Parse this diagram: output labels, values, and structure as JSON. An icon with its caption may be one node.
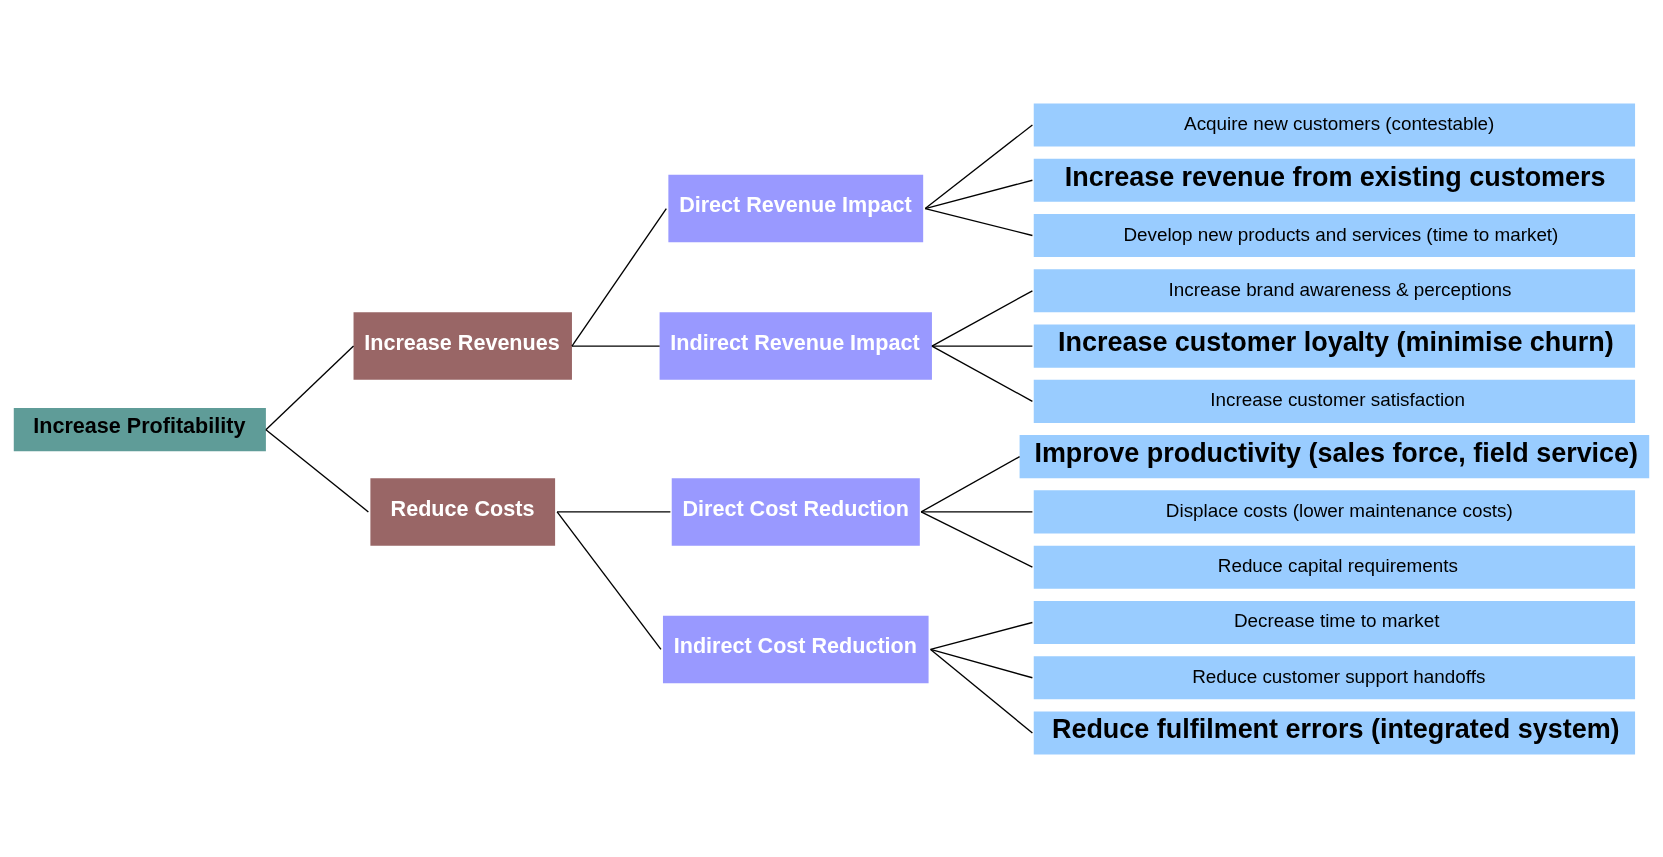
{
  "diagram": {
    "nodes": [
      {
        "text": [
          "Increase Profitability"
        ]
      },
      {
        "text": [
          "Increase Revenues"
        ]
      },
      {
        "text": [
          "Reduce Costs"
        ]
      },
      {
        "text": [
          "Direct Revenue Impact"
        ]
      },
      {
        "text": [
          "Indirect Revenue Impact"
        ]
      },
      {
        "text": [
          "Direct Cost Reduction"
        ]
      },
      {
        "text": [
          "Indirect Cost Reduction"
        ]
      },
      {
        "text": [
          "Acquire new customers (contestable)"
        ]
      },
      {
        "text": [
          "Increase revenue from existing customers"
        ]
      },
      {
        "text": [
          "Develop new products and services (time to market)"
        ]
      },
      {
        "text": [
          "Increase brand awareness & perceptions"
        ]
      },
      {
        "text": [
          "Increase customer loyalty (minimise churn)"
        ]
      },
      {
        "text": [
          "Increase customer satisfaction"
        ]
      },
      {
        "text": [
          "Improve productivity (sales force, field service)"
        ]
      },
      {
        "text": [
          "Displace costs (lower maintenance costs)"
        ]
      },
      {
        "text": [
          "Reduce capital requirements"
        ]
      },
      {
        "text": [
          "Decrease time to market"
        ]
      },
      {
        "text": [
          "Reduce customer support handoffs"
        ]
      },
      {
        "text": [
          "Reduce fulfilment errors (integrated system)"
        ]
      }
    ],
    "edges": [
      {
        "from": 0,
        "to": 1,
        "arrow": "none"
      },
      {
        "from": 0,
        "to": 2,
        "arrow": "none"
      },
      {
        "from": 1,
        "to": 3,
        "arrow": "none"
      },
      {
        "from": 1,
        "to": 4,
        "arrow": "none"
      },
      {
        "from": 2,
        "to": 5,
        "arrow": "none"
      },
      {
        "from": 2,
        "to": 6,
        "arrow": "none"
      },
      {
        "from": 3,
        "to": 7,
        "arrow": "none"
      },
      {
        "from": 3,
        "to": 8,
        "arrow": "none"
      },
      {
        "from": 3,
        "to": 9,
        "arrow": "none"
      },
      {
        "from": 4,
        "to": 10,
        "arrow": "none"
      },
      {
        "from": 4,
        "to": 11,
        "arrow": "none"
      },
      {
        "from": 4,
        "to": 12,
        "arrow": "none"
      },
      {
        "from": 5,
        "to": 13,
        "arrow": "none"
      },
      {
        "from": 5,
        "to": 14,
        "arrow": "none"
      },
      {
        "from": 5,
        "to": 15,
        "arrow": "none"
      },
      {
        "from": 6,
        "to": 16,
        "arrow": "none"
      },
      {
        "from": 6,
        "to": 17,
        "arrow": "none"
      },
      {
        "from": 6,
        "to": 18,
        "arrow": "none"
      }
    ]
  }
}
